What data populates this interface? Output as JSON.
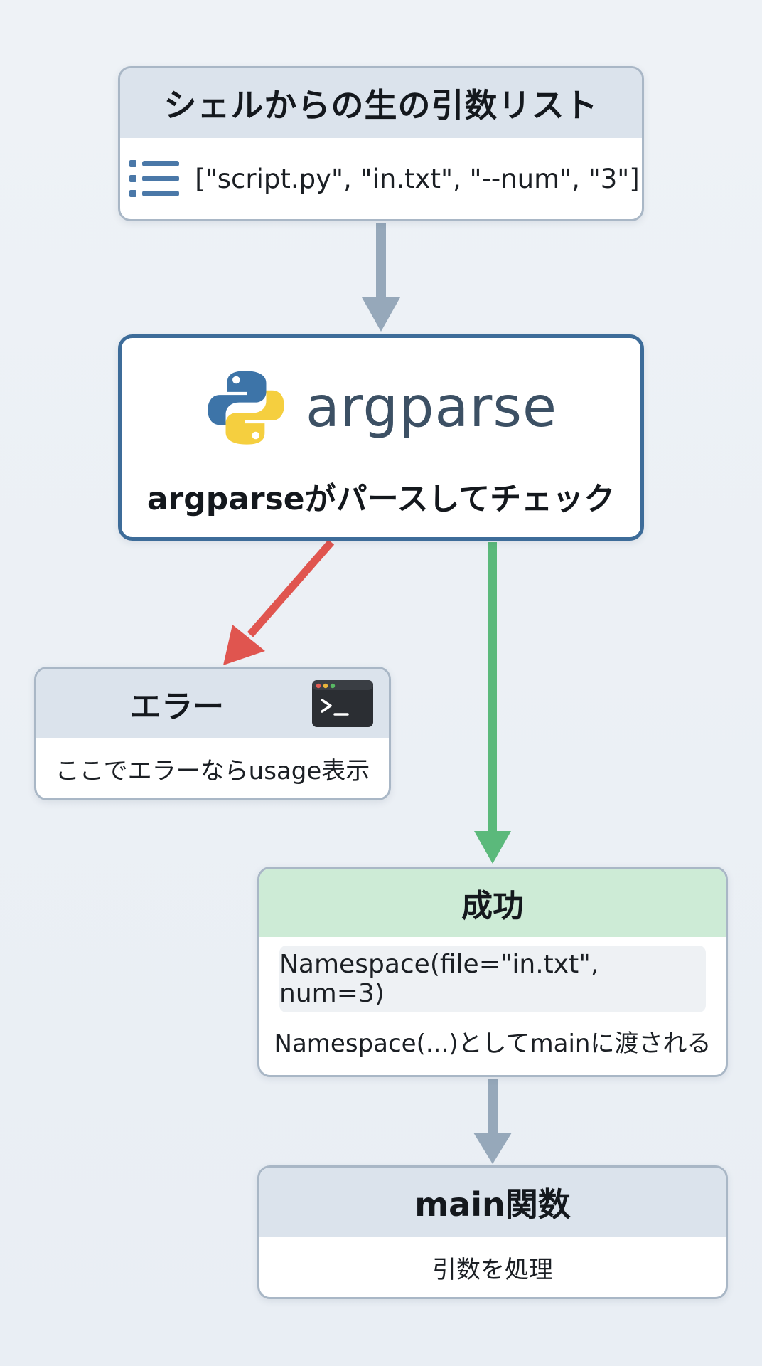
{
  "shell": {
    "title": "シェルからの生の引数リスト",
    "args": "[\"script.py\", \"in.txt\", \"--num\", \"3\"]",
    "icon": "list-icon"
  },
  "argparse": {
    "logo_text": "argparse",
    "caption": "argparseがパースしてチェック",
    "icon": "python-logo-icon"
  },
  "error": {
    "title": "エラー",
    "body": "ここでエラーならusage表示",
    "icon": "terminal-icon"
  },
  "success": {
    "title": "成功",
    "code": "Namespace(file=\"in.txt\", num=3)",
    "caption": "Namespace(...)としてmainに渡される"
  },
  "main": {
    "title": "main関数",
    "body": "引数を処理"
  },
  "colors": {
    "neutral_arrow": "#96a8ba",
    "error_arrow": "#e0554f",
    "success_arrow": "#5bb97b",
    "argparse_border": "#3d6c99",
    "header_gray": "#dbe3ec",
    "header_green": "#cdebd6"
  }
}
